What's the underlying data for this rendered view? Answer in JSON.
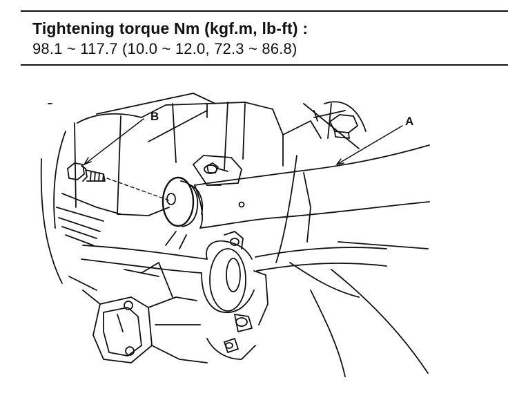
{
  "spec": {
    "title": "Tightening torque Nm (kgf.m, lb-ft) :",
    "value": "98.1 ~ 117.7 (10.0 ~ 12.0, 72.3 ~ 86.8)"
  },
  "callouts": {
    "a": "A",
    "b": "B"
  }
}
